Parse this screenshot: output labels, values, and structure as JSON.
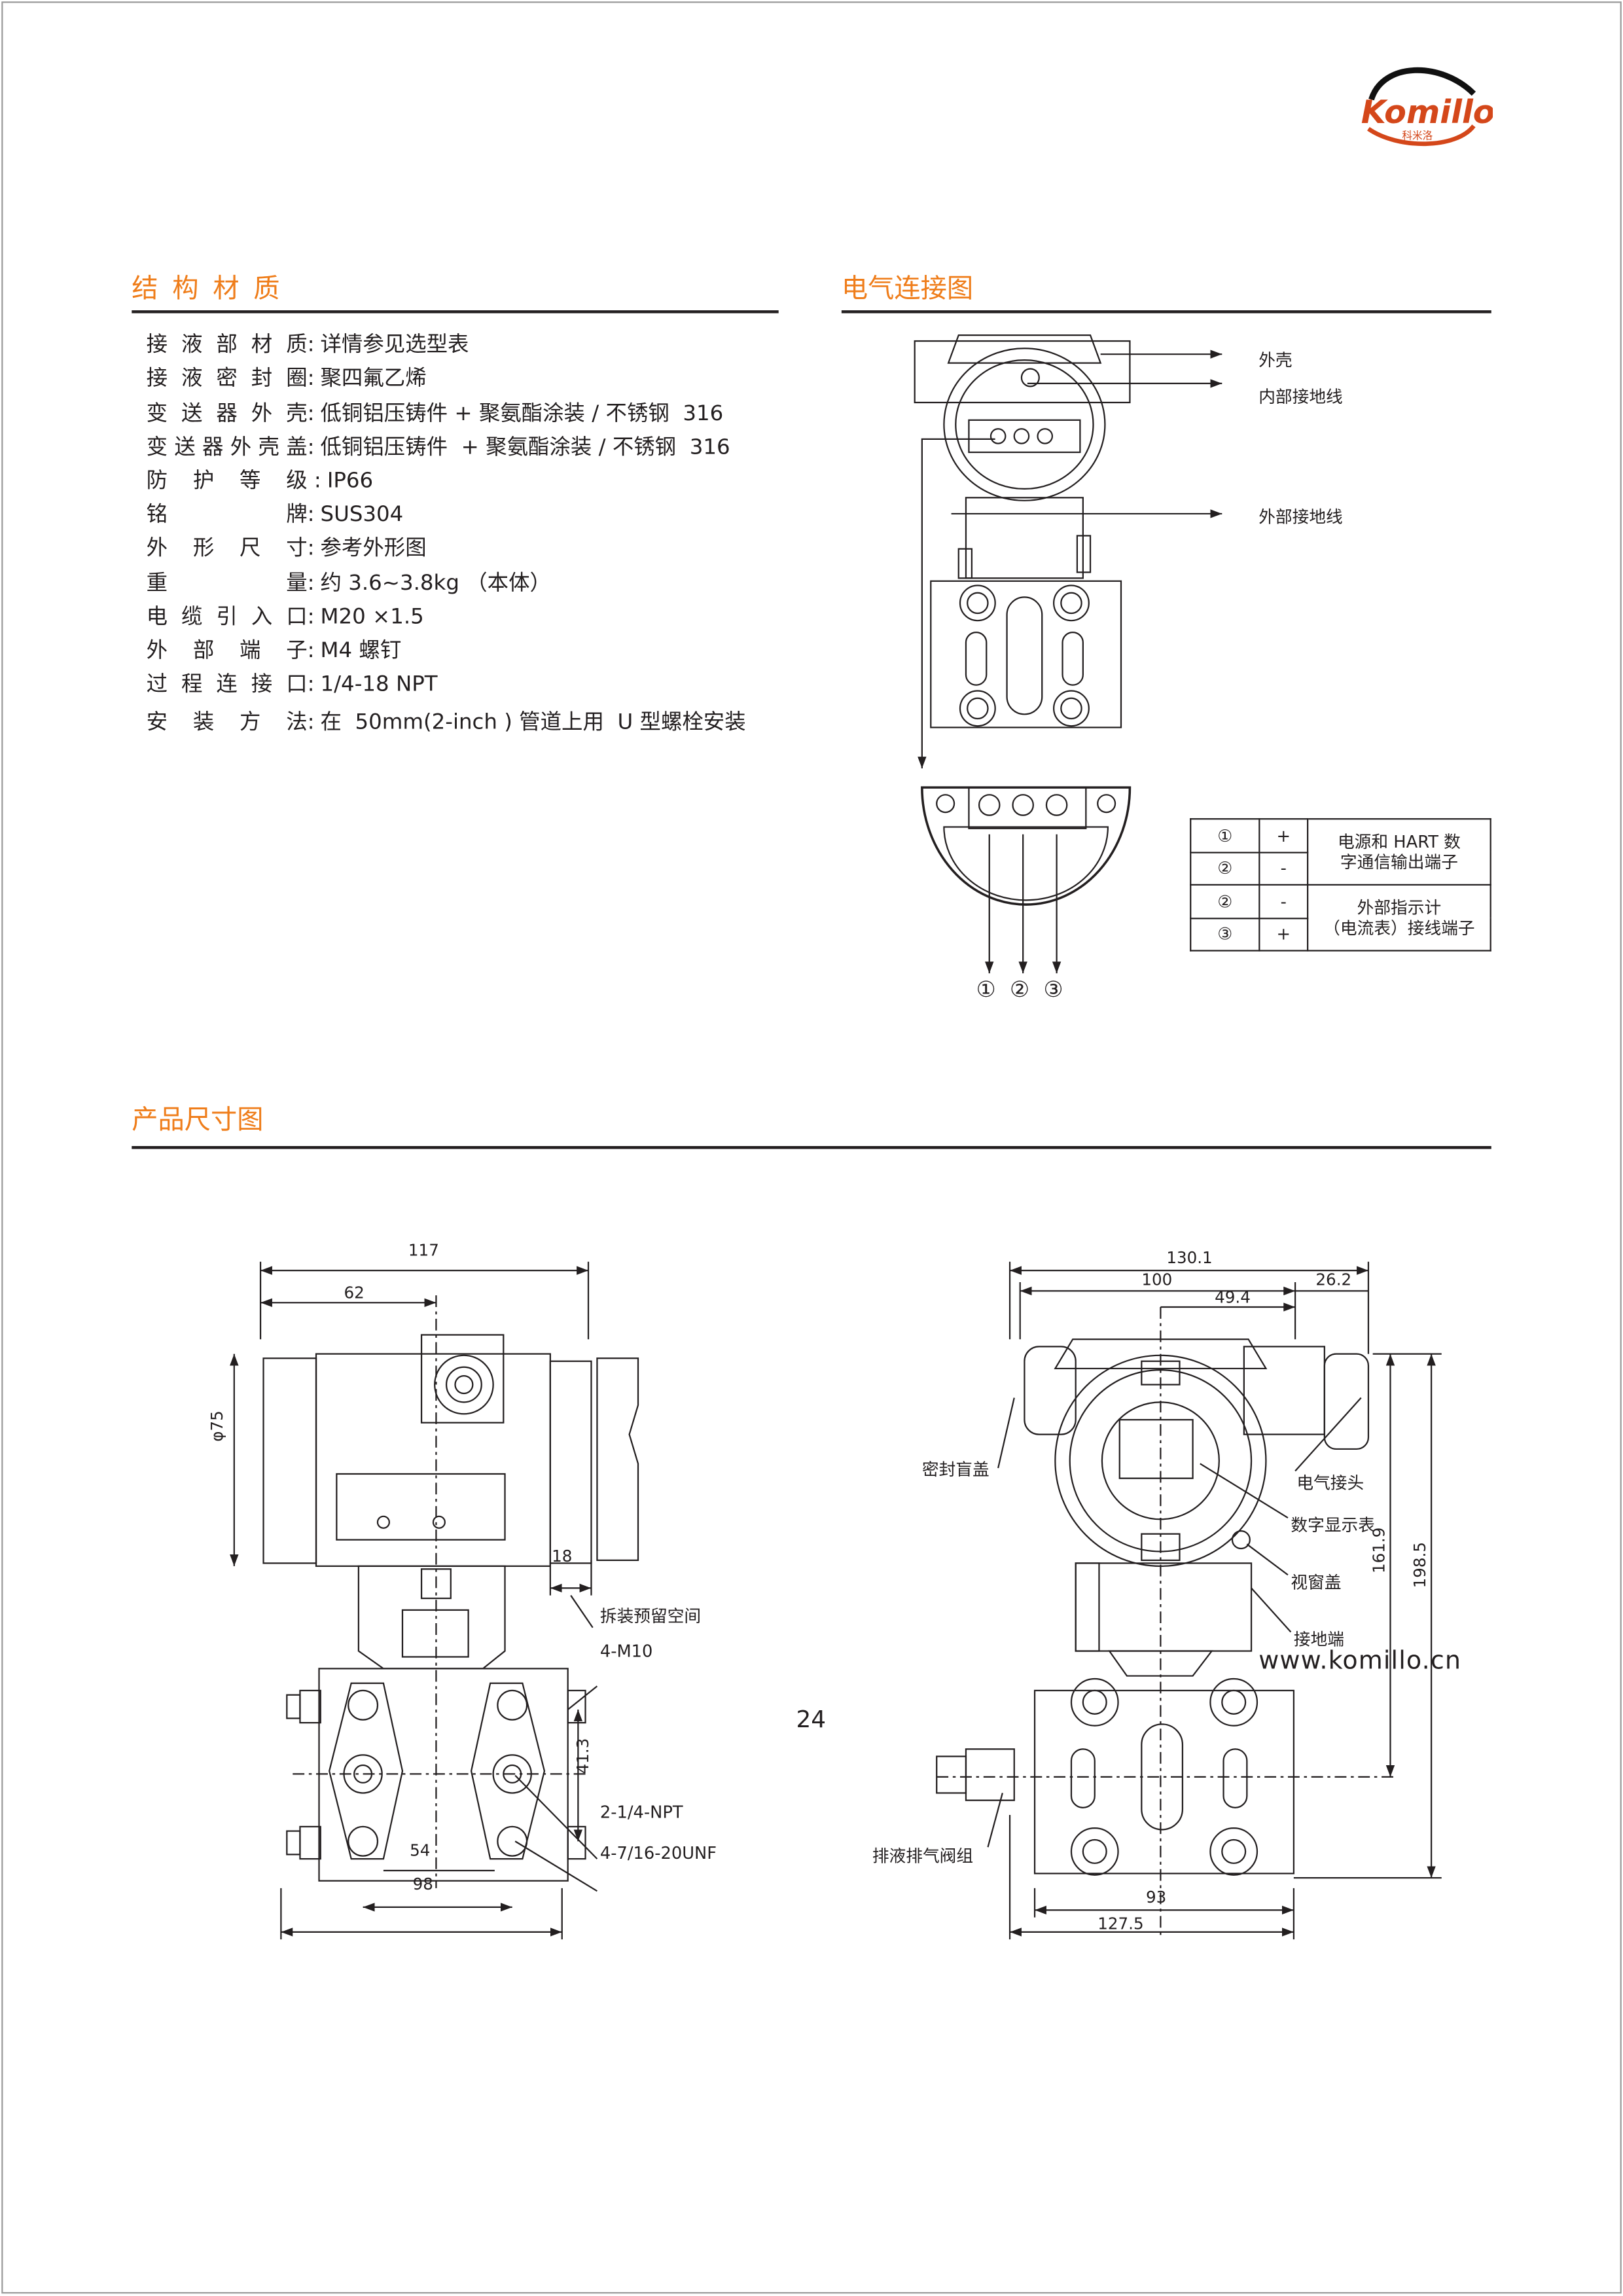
{
  "brand": {
    "name": "Komillo",
    "name_cn": "科米洛",
    "colors": {
      "accent": "#ef7d1a",
      "logo": "#d4471a"
    }
  },
  "sections": {
    "materials": "结 构 材 质",
    "wiring": "电气连接图",
    "dimensions": "产品尺寸图"
  },
  "specs": [
    {
      "label": "接液部材质",
      "sep": ":",
      "value": "详情参见选型表"
    },
    {
      "label": "接液密封圈",
      "sep": ":",
      "value": "聚四氟乙烯"
    },
    {
      "label": "变送器外壳",
      "sep": ":",
      "value": "低铜铝压铸件 + 聚氨酯涂装 / 不锈钢  316"
    },
    {
      "label": "变送器外壳盖",
      "sep": ":",
      "value": "低铜铝压铸件  + 聚氨酯涂装 / 不锈钢  316"
    },
    {
      "label": "防护等级",
      "sep": " :",
      "value": "IP66"
    },
    {
      "label": "铭牌",
      "sep": ":",
      "value": "SUS304"
    },
    {
      "label": "外形尺寸",
      "sep": ":",
      "value": "参考外形图"
    },
    {
      "label": "重量",
      "sep": ":",
      "value": "约 3.6~3.8kg （本体）"
    },
    {
      "label": "电缆引入口",
      "sep": ":",
      "value": "M20 ×1.5"
    },
    {
      "label": "外部端子",
      "sep": ":",
      "value": "M4 螺钉"
    },
    {
      "label": "过程连接口",
      "sep": ":",
      "value": "1/4-18 NPT"
    },
    {
      "label": "安装方法",
      "sep": ":",
      "value": "在  50mm(2-inch ) 管道上用  U 型螺栓安装"
    }
  ],
  "wiring": {
    "callouts": [
      "外壳",
      "内部接地线",
      "外部接地线"
    ],
    "terminals": [
      "①",
      "②",
      "③"
    ],
    "table": {
      "rows": [
        {
          "terminal": "①",
          "polarity": "+"
        },
        {
          "terminal": "②",
          "polarity": "-"
        },
        {
          "terminal": "②",
          "polarity": "-"
        },
        {
          "terminal": "③",
          "polarity": "+"
        }
      ],
      "desc1": [
        "电源和 HART 数",
        "字通信输出端子"
      ],
      "desc2": [
        "外部指示计",
        "（电流表）接线端子"
      ]
    }
  },
  "side_view": {
    "dims": {
      "overall_width": "117",
      "center_offset": "62",
      "diameter": "φ75",
      "clearance": "18",
      "flange_spacing": "41.3",
      "inner": "54",
      "outer": "98"
    },
    "labels": [
      "拆装预留空间",
      "4-M10",
      "2-1/4-NPT",
      "4-7/16-20UNF"
    ]
  },
  "front_view": {
    "dims": {
      "overall_width": "130.1",
      "body_width": "100",
      "center_offset": "49.4",
      "gland": "26.2",
      "height_center": "161.9",
      "height_total": "198.5",
      "flange_width": "93",
      "flange_total": "127.5"
    },
    "labels": [
      "密封盲盖",
      "电气接头",
      "数字显示表",
      "视窗盖",
      "接地端",
      "排液排气阀组"
    ]
  },
  "footer": {
    "website": "www.komillo.cn",
    "page": "24"
  }
}
